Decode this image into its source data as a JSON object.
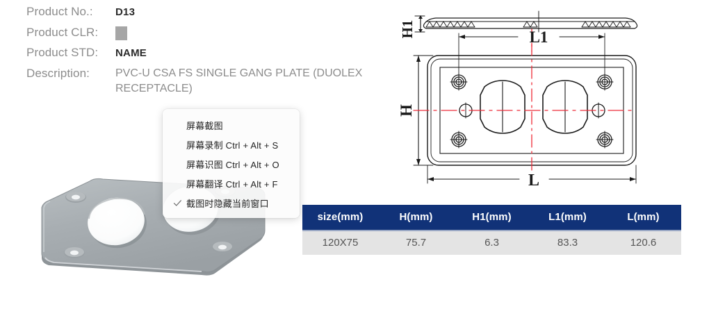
{
  "product": {
    "fields": [
      {
        "label": "Product No.:",
        "value": "D13",
        "type": "strong"
      },
      {
        "label": "Product CLR:",
        "value": "",
        "type": "swatch",
        "color": "#a6a6a6"
      },
      {
        "label": "Product STD:",
        "value": "NAME",
        "type": "strong"
      },
      {
        "label": "Description:",
        "value": "PVC-U CSA FS SINGLE GANG PLATE (DUOLEX RECEPTACLE)",
        "type": "description"
      }
    ],
    "no_label": "Product No.:",
    "no_value": "D13",
    "clr_label": "Product CLR:",
    "clr_color": "#a6a6a6",
    "std_label": "Product STD:",
    "std_value": "NAME",
    "desc_label": "Description:",
    "desc_value": "PVC-U CSA FS SINGLE GANG PLATE (DUOLEX RECEPTACLE)"
  },
  "drawing": {
    "dim_h1": "H1",
    "dim_l1": "L1",
    "dim_h": "H",
    "dim_l": "L",
    "line_color": "#1a1a1a",
    "centerline_color": "#ee2b37"
  },
  "spec_table": {
    "headers": [
      "size(mm)",
      "H(mm)",
      "H1(mm)",
      "L1(mm)",
      "L(mm)"
    ],
    "rows": [
      [
        "120X75",
        "75.7",
        "6.3",
        "83.3",
        "120.6"
      ]
    ],
    "header_bg": "#113278",
    "row_bg": "#e4e4e4"
  },
  "chart_data": {
    "type": "table",
    "title": "Dimension specification",
    "categories": [
      "size(mm)",
      "H(mm)",
      "H1(mm)",
      "L1(mm)",
      "L(mm)"
    ],
    "values": [
      "120X75",
      75.7,
      6.3,
      83.3,
      120.6
    ]
  },
  "context_menu": {
    "items": [
      {
        "label": "屏幕截图",
        "checked": false
      },
      {
        "label": "屏幕录制 Ctrl + Alt + S",
        "checked": false
      },
      {
        "label": "屏幕识图 Ctrl + Alt + O",
        "checked": false
      },
      {
        "label": "屏幕翻译 Ctrl + Alt + F",
        "checked": false
      },
      {
        "label": "截图时隐藏当前窗口",
        "checked": true
      }
    ],
    "check_glyph": "✓"
  }
}
